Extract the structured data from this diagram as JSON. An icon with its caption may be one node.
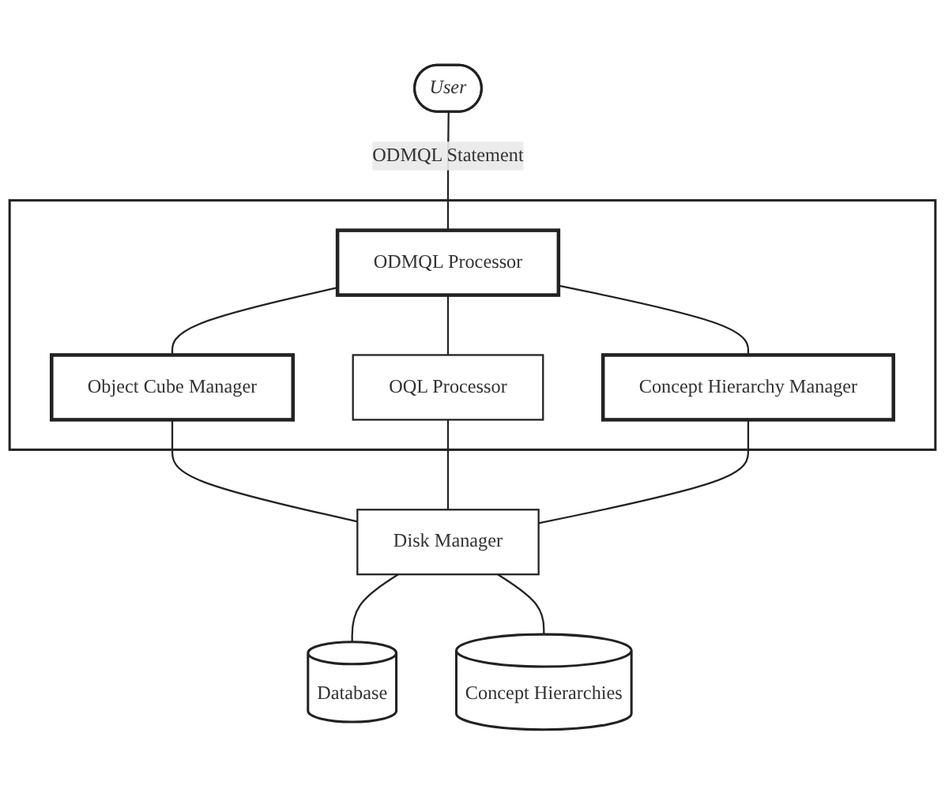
{
  "diagram": {
    "nodes": [
      {
        "text": [
          "User"
        ]
      },
      {
        "text": [],
        "shape": "box"
      },
      {
        "text": [
          "ODMQL Processor"
        ],
        "in": 1
      },
      {
        "text": [
          "Object Cube Manager"
        ],
        "in": 1
      },
      {
        "text": [
          "OQL Processor"
        ],
        "in": 1
      },
      {
        "text": [
          "Concept Hierarchy Manager"
        ],
        "in": 1
      },
      {
        "text": [
          "Disk Manager"
        ]
      },
      {
        "text": [
          "Database"
        ]
      },
      {
        "text": [
          "Concept Hierarchies"
        ]
      }
    ],
    "edges": [
      {
        "from": 0,
        "to": 2,
        "arrow": "none",
        "label": "ODMQL Statement"
      },
      {
        "from": 2,
        "to": 3,
        "arrow": "none"
      },
      {
        "from": 2,
        "to": 4,
        "arrow": "none"
      },
      {
        "from": 2,
        "to": 5,
        "arrow": "none"
      },
      {
        "from": 3,
        "to": 6,
        "arrow": "none"
      },
      {
        "from": 4,
        "to": 6,
        "arrow": "none"
      },
      {
        "from": 5,
        "to": 6,
        "arrow": "none"
      },
      {
        "from": 6,
        "to": 7,
        "arrow": "none"
      },
      {
        "from": 6,
        "to": 8,
        "arrow": "none"
      }
    ]
  }
}
